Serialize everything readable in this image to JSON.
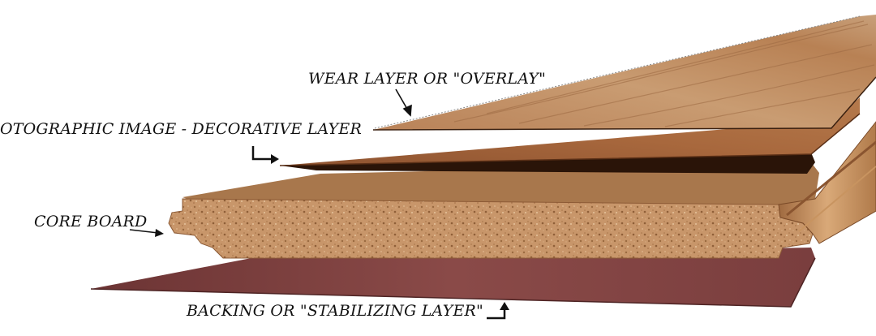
{
  "labels": {
    "wear": "WEAR LAYER OR \"OVERLAY\"",
    "decorative": "OTOGRAPHIC IMAGE - DECORATIVE LAYER",
    "core": "CORE BOARD",
    "backing": "BACKING OR \"STABILIZING LAYER\""
  },
  "colors": {
    "wood_light": "#c7996d",
    "wood_mid": "#a46c45",
    "wood_dark": "#7a4526",
    "core": "#c49262",
    "core_top": "#a9774d",
    "backing": "#7b3f3f",
    "edge_dark": "#2a1408"
  }
}
